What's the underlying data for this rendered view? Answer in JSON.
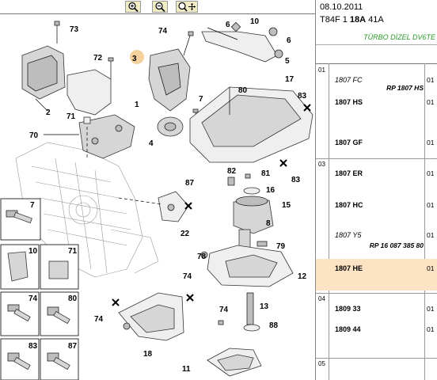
{
  "toolbar": {
    "zoom_in_icon": "zoom-in-icon",
    "zoom_out_icon": "zoom-out-icon",
    "pan_icon": "pan-icon",
    "button_color": "#f2ecc4"
  },
  "diagram": {
    "callouts": {
      "c73": "73",
      "c72": "72",
      "c3": "3",
      "c74a": "74",
      "c6a": "6",
      "c10": "10",
      "c6b": "6",
      "c5": "5",
      "c1": "1",
      "c2": "2",
      "c71": "71",
      "c70": "70",
      "c4": "4",
      "c7a": "7",
      "c80": "80",
      "c17": "17",
      "c83a": "83",
      "c83b": "83",
      "c82": "82",
      "c81": "81",
      "c16": "16",
      "c15": "15",
      "c87": "87",
      "c22": "22",
      "c8": "8",
      "c79": "79",
      "c78": "78",
      "c12": "12",
      "c74b": "74",
      "c74c": "74",
      "c18": "18",
      "c74d": "74",
      "c13": "13",
      "c88": "88",
      "c11": "11"
    },
    "thumbnails": [
      {
        "label": "7"
      },
      {
        "label": "10"
      },
      {
        "label": "71"
      },
      {
        "label": "74"
      },
      {
        "label": "80"
      },
      {
        "label": "83"
      },
      {
        "label": "87"
      }
    ]
  },
  "panel": {
    "date": "08.10.2011",
    "code_prefix": "T84F 1 ",
    "code_bold": "18A",
    "code_suffix": " 41A",
    "engine": "TÜRBO DİZEL DV6TE",
    "engine_color": "#2a9a2a",
    "groups": [
      {
        "no": "01"
      },
      {
        "no": "03"
      },
      {
        "no": "04"
      },
      {
        "no": "05"
      }
    ],
    "rows": [
      {
        "ref": "1807 FC",
        "alt": "RP 1807 HS",
        "qty": "01"
      },
      {
        "ref": "1807 HS",
        "alt": "",
        "qty": "01"
      },
      {
        "ref": "1807 GF",
        "alt": "",
        "qty": "01"
      },
      {
        "ref": "1807 ER",
        "alt": "",
        "qty": "01"
      },
      {
        "ref": "1807 HC",
        "alt": "",
        "qty": "01"
      },
      {
        "ref": "1807 Y5",
        "alt": "RP 16 087 385 80",
        "qty": "01"
      },
      {
        "ref": "1807 HE",
        "alt": "",
        "qty": "01"
      },
      {
        "ref": "1809 33",
        "alt": "",
        "qty": "01"
      },
      {
        "ref": "1809 44",
        "alt": "",
        "qty": "01"
      }
    ],
    "selected_color": "#fbe3c3"
  }
}
